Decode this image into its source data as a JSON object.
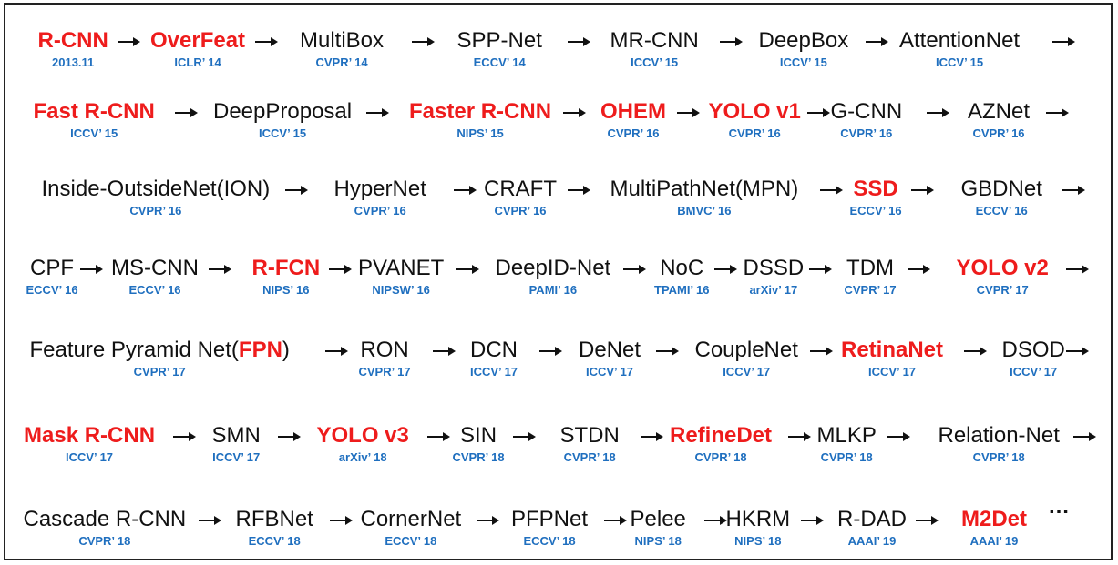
{
  "timeline": {
    "rows": [
      [
        {
          "name": "R-CNN",
          "venue": "2013.11",
          "highlight": true
        },
        {
          "name": "OverFeat",
          "venue": "ICLR’ 14",
          "highlight": true
        },
        {
          "name": "MultiBox",
          "venue": "CVPR’ 14",
          "highlight": false
        },
        {
          "name": "SPP-Net",
          "venue": "ECCV’ 14",
          "highlight": false
        },
        {
          "name": "MR-CNN",
          "venue": "ICCV’ 15",
          "highlight": false
        },
        {
          "name": "DeepBox",
          "venue": "ICCV’ 15",
          "highlight": false
        },
        {
          "name": "AttentionNet",
          "venue": "ICCV’ 15",
          "highlight": false
        }
      ],
      [
        {
          "name": "Fast R-CNN",
          "venue": "ICCV’ 15",
          "highlight": true
        },
        {
          "name": "DeepProposal",
          "venue": "ICCV’ 15",
          "highlight": false
        },
        {
          "name": "Faster R-CNN",
          "venue": "NIPS’ 15",
          "highlight": true
        },
        {
          "name": "OHEM",
          "venue": "CVPR’ 16",
          "highlight": true
        },
        {
          "name": "YOLO v1",
          "venue": "CVPR’ 16",
          "highlight": true
        },
        {
          "name": "G-CNN",
          "venue": "CVPR’ 16",
          "highlight": false
        },
        {
          "name": "AZNet",
          "venue": "CVPR’ 16",
          "highlight": false
        }
      ],
      [
        {
          "name": "Inside-OutsideNet(ION)",
          "venue": "CVPR’ 16",
          "highlight": false
        },
        {
          "name": "HyperNet",
          "venue": "CVPR’ 16",
          "highlight": false
        },
        {
          "name": "CRAFT",
          "venue": "CVPR’ 16",
          "highlight": false
        },
        {
          "name": "MultiPathNet(MPN)",
          "venue": "BMVC’ 16",
          "highlight": false
        },
        {
          "name": "SSD",
          "venue": "ECCV’ 16",
          "highlight": true
        },
        {
          "name": "GBDNet",
          "venue": "ECCV’ 16",
          "highlight": false
        }
      ],
      [
        {
          "name": "CPF",
          "venue": "ECCV’ 16",
          "highlight": false
        },
        {
          "name": "MS-CNN",
          "venue": "ECCV’ 16",
          "highlight": false
        },
        {
          "name": "R-FCN",
          "venue": "NIPS’ 16",
          "highlight": true
        },
        {
          "name": "PVANET",
          "venue": "NIPSW’ 16",
          "highlight": false
        },
        {
          "name": "DeepID-Net",
          "venue": "PAMI’ 16",
          "highlight": false
        },
        {
          "name": "NoC",
          "venue": "TPAMI’ 16",
          "highlight": false
        },
        {
          "name": "DSSD",
          "venue": "arXiv’ 17",
          "highlight": false
        },
        {
          "name": "TDM",
          "venue": "CVPR’ 17",
          "highlight": false
        },
        {
          "name": "YOLO v2",
          "venue": "CVPR’ 17",
          "highlight": true
        }
      ],
      [
        {
          "name": "Feature Pyramid Net(",
          "name_highlight": "FPN",
          "name_suffix": ")",
          "venue": "CVPR’ 17",
          "highlight": false
        },
        {
          "name": "RON",
          "venue": "CVPR’ 17",
          "highlight": false
        },
        {
          "name": "DCN",
          "venue": "ICCV’ 17",
          "highlight": false
        },
        {
          "name": "DeNet",
          "venue": "ICCV’ 17",
          "highlight": false
        },
        {
          "name": "CoupleNet",
          "venue": "ICCV’ 17",
          "highlight": false
        },
        {
          "name": "RetinaNet",
          "venue": "ICCV’ 17",
          "highlight": true
        },
        {
          "name": "DSOD",
          "venue": "ICCV’ 17",
          "highlight": false
        }
      ],
      [
        {
          "name": "Mask R-CNN",
          "venue": "ICCV’ 17",
          "highlight": true
        },
        {
          "name": "SMN",
          "venue": "ICCV’ 17",
          "highlight": false
        },
        {
          "name": "YOLO v3",
          "venue": "arXiv’ 18",
          "highlight": true
        },
        {
          "name": "SIN",
          "venue": "CVPR’ 18",
          "highlight": false
        },
        {
          "name": "STDN",
          "venue": "CVPR’ 18",
          "highlight": false
        },
        {
          "name": "RefineDet",
          "venue": "CVPR’ 18",
          "highlight": true
        },
        {
          "name": "MLKP",
          "venue": "CVPR’ 18",
          "highlight": false
        },
        {
          "name": "Relation-Net",
          "venue": "CVPR’ 18",
          "highlight": false
        }
      ],
      [
        {
          "name": "Cascade R-CNN",
          "venue": "CVPR’ 18",
          "highlight": false
        },
        {
          "name": "RFBNet",
          "venue": "ECCV’ 18",
          "highlight": false
        },
        {
          "name": "CornerNet",
          "venue": "ECCV’ 18",
          "highlight": false
        },
        {
          "name": "PFPNet",
          "venue": "ECCV’ 18",
          "highlight": false
        },
        {
          "name": "Pelee",
          "venue": "NIPS’ 18",
          "highlight": false
        },
        {
          "name": "HKRM",
          "venue": "NIPS’ 18",
          "highlight": false
        },
        {
          "name": "R-DAD",
          "venue": "AAAI’ 19",
          "highlight": false
        },
        {
          "name": "M2Det",
          "venue": "AAAI’ 19",
          "highlight": true
        }
      ]
    ],
    "ellipsis": "…",
    "colors": {
      "highlight": "#ee1c1c",
      "venue": "#1f6fbf",
      "text": "#111111"
    }
  }
}
